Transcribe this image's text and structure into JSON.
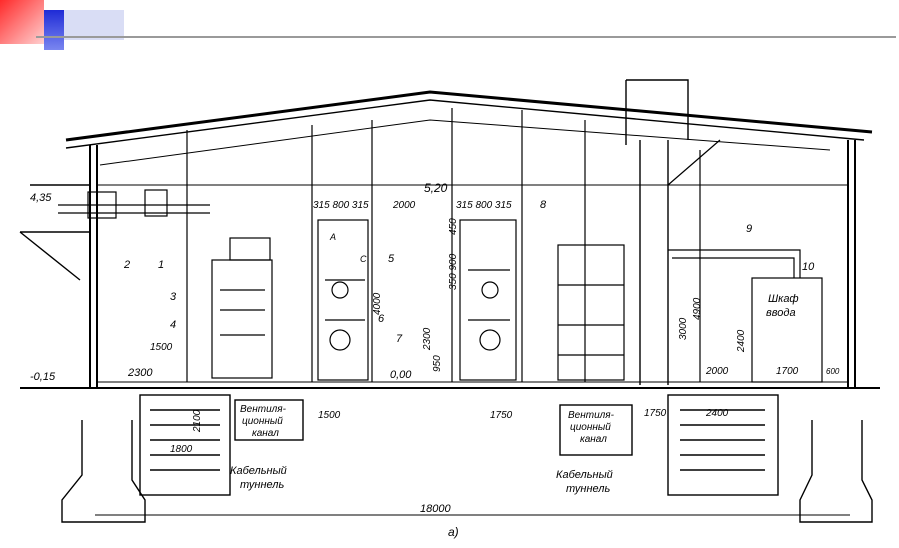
{
  "labels": {
    "elev_roof": "5,20",
    "elev_top": "4,35",
    "elev_floor": "0,00",
    "elev_ground": "-0,15",
    "h_4000": "4000",
    "h_4900": "4900",
    "h_3000": "3000",
    "h_2400": "2400",
    "h_2300_v": "2300",
    "h_950": "950",
    "h_350_900": "350 900",
    "h_450": "450",
    "h_2100": "2100",
    "w_315_800_315_a": "315 800 315",
    "w_2000_top": "2000",
    "w_315_800_315_b": "315 800 315",
    "w_2300": "2300",
    "w_1500_a": "1500",
    "w_1500_b": "1500",
    "w_1750_a": "1750",
    "w_1750_b": "1750",
    "w_2000_right": "2000",
    "w_1700": "1700",
    "w_600": "600",
    "w_1800": "1800",
    "w_2400": "2400",
    "w_18000": "18000",
    "n1": "1",
    "n2": "2",
    "n3": "3",
    "n4": "4",
    "n5": "5",
    "n6": "6",
    "n7": "7",
    "n8": "8",
    "n9": "9",
    "n10": "10",
    "a_letter": "A",
    "c_letter": "C",
    "cabinet_line1": "Шкаф",
    "cabinet_line2": "ввода",
    "vent_left_1": "Вентиля-",
    "vent_left_2": "ционный",
    "vent_left_3": "канал",
    "vent_right_1": "Вентиля-",
    "vent_right_2": "ционный",
    "vent_right_3": "канал",
    "cable_left_1": "Кабельный",
    "cable_left_2": "туннель",
    "cable_right_1": "Кабельный",
    "cable_right_2": "туннель",
    "caption": "а)"
  },
  "colors": {
    "deco_red": "#ff2a2a",
    "deco_blue": "#1f2bd6",
    "deco_lavender": "#d9ddf5",
    "rule": "#9a9a9a",
    "ink": "#000000"
  }
}
